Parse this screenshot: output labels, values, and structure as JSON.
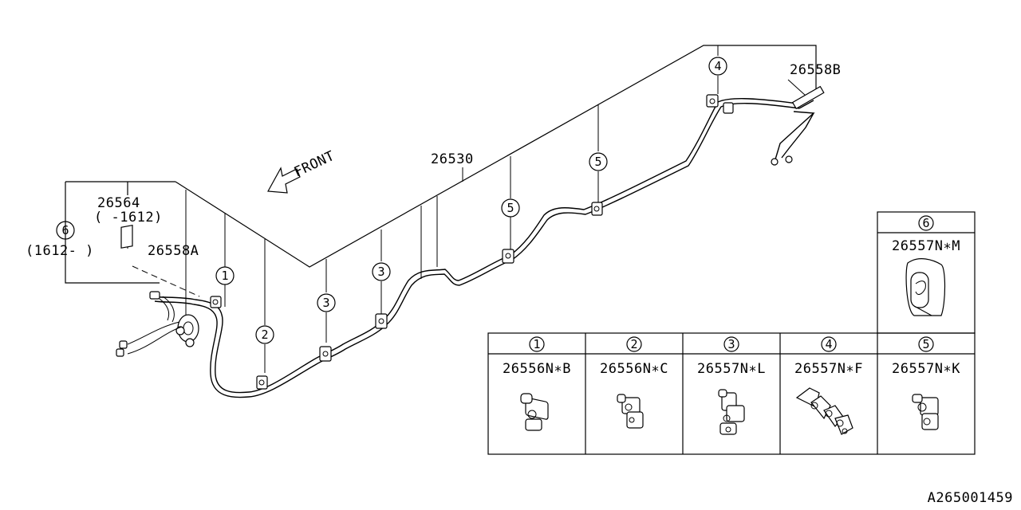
{
  "labels": {
    "front": "FRONT",
    "p26530": "26530",
    "p26558B": "26558B",
    "p26558A": "26558A",
    "p26564": "26564",
    "p26564_range": "( -1612)",
    "callout6_range": "(1612- )",
    "diagram_id": "A265001459"
  },
  "callouts": {
    "c1": "1",
    "c2": "2",
    "c3": "3",
    "c4": "4",
    "c5": "5",
    "c6": "6"
  },
  "parts_table": {
    "cells": [
      {
        "num": "1",
        "part": "26556N∗B"
      },
      {
        "num": "2",
        "part": "26556N∗C"
      },
      {
        "num": "3",
        "part": "26557N∗L"
      },
      {
        "num": "4",
        "part": "26557N∗F"
      },
      {
        "num": "5",
        "part": "26557N∗K"
      },
      {
        "num": "6",
        "part": "26557N∗M"
      }
    ]
  },
  "icons": {
    "front_arrow": "front-arrow-icon",
    "clip": "pipe-clip-icon",
    "sensor": "abs-sensor-icon"
  }
}
